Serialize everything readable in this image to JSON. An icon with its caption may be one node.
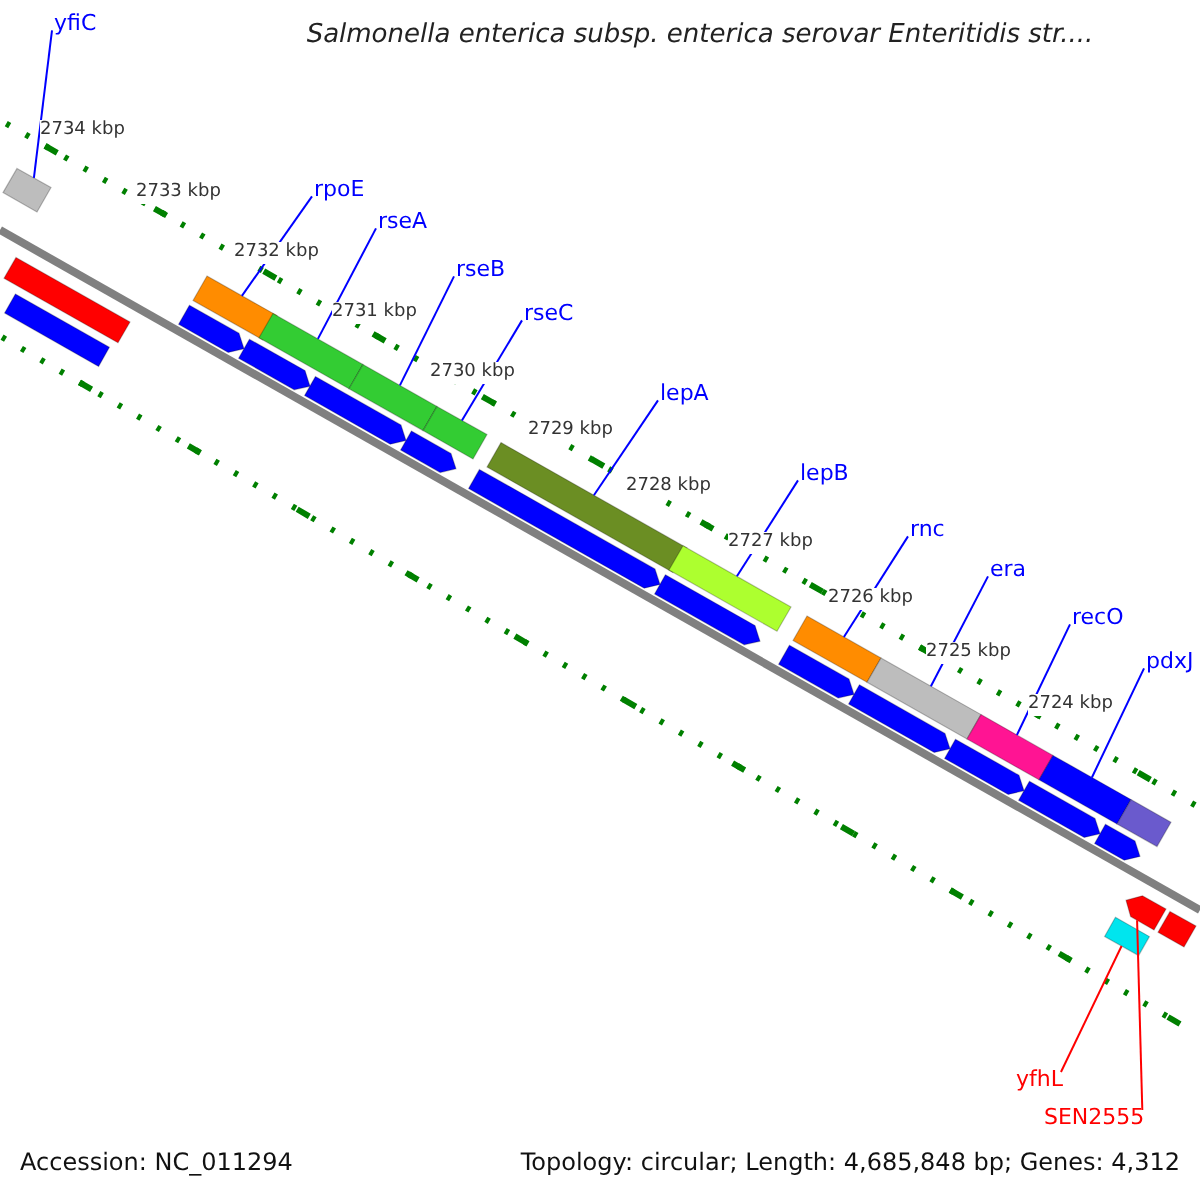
{
  "diagram": {
    "title": "Salmonella enterica subsp. enterica serovar Enteritidis str....",
    "nodes": [
      {
        "text": [
          "yfiC"
        ]
      },
      {
        "text": [],
        "shape": "bar"
      },
      {
        "text": [
          "rpoE"
        ]
      },
      {
        "text": [],
        "shape": "bar"
      },
      {
        "text": [
          "rseA"
        ]
      },
      {
        "text": [],
        "shape": "bar"
      },
      {
        "text": [
          "rseB"
        ]
      },
      {
        "text": [],
        "shape": "bar"
      },
      {
        "text": [
          "rseC"
        ]
      },
      {
        "text": [],
        "shape": "bar"
      },
      {
        "text": [
          "lepA"
        ]
      },
      {
        "text": [],
        "shape": "bar"
      },
      {
        "text": [
          "lepB"
        ]
      },
      {
        "text": [],
        "shape": "bar"
      },
      {
        "text": [
          "rnc"
        ]
      },
      {
        "text": [],
        "shape": "bar"
      },
      {
        "text": [
          "era"
        ]
      },
      {
        "text": [],
        "shape": "bar"
      },
      {
        "text": [
          "recO"
        ]
      },
      {
        "text": [],
        "shape": "bar"
      },
      {
        "text": [
          "pdxJ"
        ]
      },
      {
        "text": [],
        "shape": "bar"
      },
      {
        "text": [],
        "shape": "bar"
      },
      {
        "text": [
          "yfhL"
        ]
      },
      {
        "text": [],
        "shape": "arrow"
      },
      {
        "text": [
          "SEN2555"
        ]
      },
      {
        "text": [],
        "shape": "bar"
      },
      {
        "text": [],
        "shape": "bar"
      },
      {
        "text": [],
        "shape": "arrow"
      },
      {
        "text": [],
        "shape": "arrow"
      },
      {
        "text": [],
        "shape": "arrow"
      },
      {
        "text": [],
        "shape": "arrow"
      },
      {
        "text": [],
        "shape": "arrow"
      },
      {
        "text": [],
        "shape": "arrow"
      },
      {
        "text": [],
        "shape": "arrow"
      },
      {
        "text": [],
        "shape": "arrow"
      },
      {
        "text": [],
        "shape": "arrow"
      },
      {
        "text": [],
        "shape": "arrow"
      },
      {
        "text": [],
        "shape": "arrow"
      },
      {
        "text": [],
        "shape": "bar"
      },
      {
        "text": [],
        "shape": "bar"
      }
    ],
    "edges": [
      {
        "from": 0,
        "to": 1,
        "arrow": "none"
      },
      {
        "from": 2,
        "to": 3,
        "arrow": "none"
      },
      {
        "from": 4,
        "to": 5,
        "arrow": "none"
      },
      {
        "from": 6,
        "to": 7,
        "arrow": "none"
      },
      {
        "from": 8,
        "to": 9,
        "arrow": "none"
      },
      {
        "from": 10,
        "to": 11,
        "arrow": "none"
      },
      {
        "from": 12,
        "to": 13,
        "arrow": "none"
      },
      {
        "from": 14,
        "to": 15,
        "arrow": "none"
      },
      {
        "from": 16,
        "to": 17,
        "arrow": "none"
      },
      {
        "from": 18,
        "to": 19,
        "arrow": "none"
      },
      {
        "from": 20,
        "to": 21,
        "arrow": "none"
      },
      {
        "from": 23,
        "to": 22,
        "arrow": "none",
        "color": "#ff0000"
      },
      {
        "from": 25,
        "to": 24,
        "arrow": "none",
        "color": "#ff0000"
      }
    ],
    "labels": [
      "2734 kbp",
      "2733 kbp",
      "2732 kbp",
      "2731 kbp",
      "2730 kbp",
      "2729 kbp",
      "2728 kbp",
      "2727 kbp",
      "2726 kbp",
      "2725 kbp",
      "2724 kbp",
      "Accession: NC_011294",
      "Topology: circular; Length: 4,685,848 bp; Genes: 4,312"
    ]
  }
}
